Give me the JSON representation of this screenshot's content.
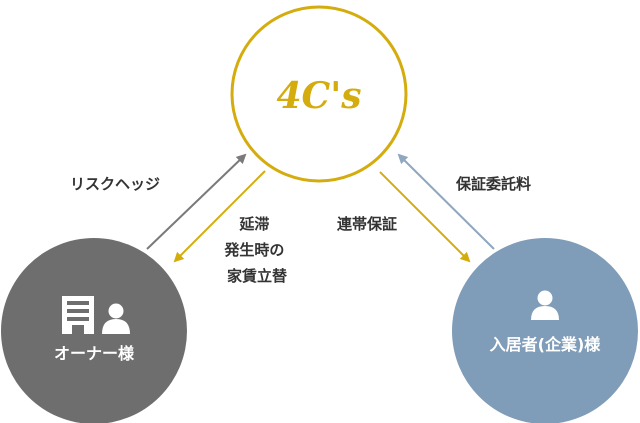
{
  "diagram": {
    "center": {
      "logo": "4C's"
    },
    "owner": {
      "label": "オーナー様",
      "icons": [
        "building-icon",
        "person-icon"
      ]
    },
    "tenant": {
      "label": "入居者(企業)様",
      "icons": [
        "person-icon"
      ]
    },
    "edges": {
      "owner_to_center": "リスクヘッジ",
      "center_to_owner": [
        "延滞",
        "発生時の",
        "家賃立替"
      ],
      "center_to_tenant": "連帯保証",
      "tenant_to_center": "保証委託料"
    }
  },
  "colors": {
    "gold": "#d4ac0d",
    "owner_circle": "#6e6e6e",
    "tenant_circle": "#7f9cb8",
    "arrow_gray": "#7a7a7a",
    "arrow_blue": "#8fa7bf",
    "text": "#333333"
  }
}
